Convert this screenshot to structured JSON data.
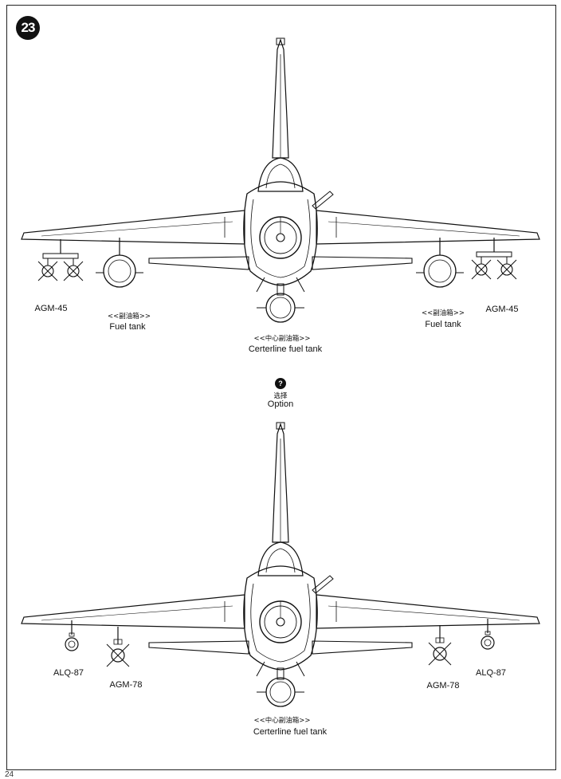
{
  "step_number": "23",
  "option": {
    "icon": "?",
    "label_cn": "选择",
    "label_en": "Option"
  },
  "top_view": {
    "left_missile": "AGM-45",
    "right_missile": "AGM-45",
    "left_tank_cn": "<<副油箱>>",
    "left_tank_en": "Fuel tank",
    "right_tank_cn": "<<副油箱>>",
    "right_tank_en": "Fuel tank",
    "center_tank_cn": "<<中心副油箱>>",
    "center_tank_en": "Certerline fuel tank"
  },
  "bottom_view": {
    "left_pod": "ALQ-87",
    "right_pod": "ALQ-87",
    "left_missile": "AGM-78",
    "right_missile": "AGM-78",
    "center_tank_cn": "<<中心副油箱>>",
    "center_tank_en": "Certerline fuel tank"
  },
  "footer_text": "24",
  "colors": {
    "ink": "#111111",
    "paper": "#ffffff"
  }
}
